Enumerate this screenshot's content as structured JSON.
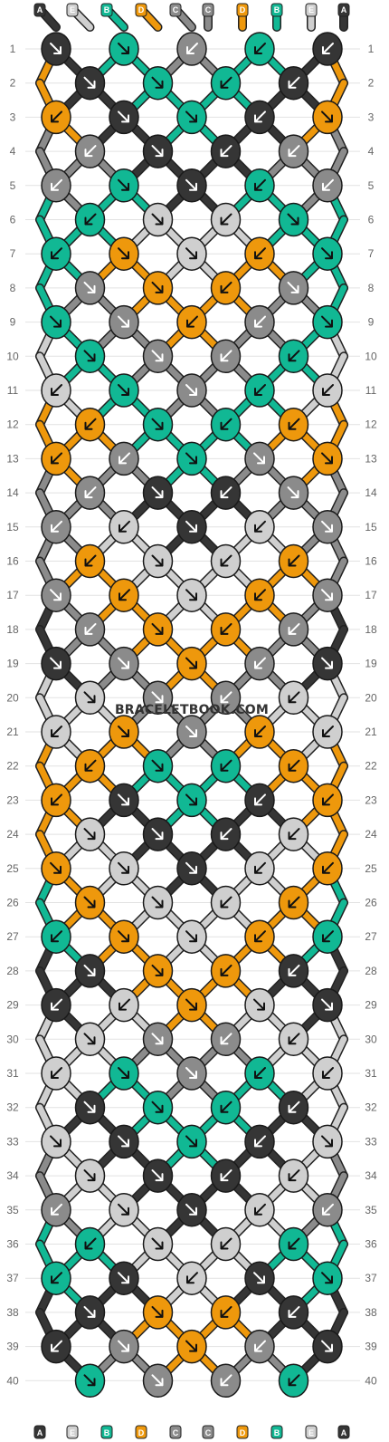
{
  "strands": {
    "top": [
      "A",
      "E",
      "B",
      "D",
      "C",
      "C",
      "D",
      "B",
      "E",
      "A"
    ],
    "bottom": [
      "A",
      "E",
      "B",
      "D",
      "C",
      "C",
      "D",
      "B",
      "E",
      "A"
    ]
  },
  "colors": {
    "A": "#353535",
    "B": "#11b894",
    "C": "#8b8b8b",
    "D": "#ee980c",
    "E": "#cfcfcf"
  },
  "row_numbers": [
    "1",
    "2",
    "3",
    "4",
    "5",
    "6",
    "7",
    "8",
    "9",
    "10",
    "11",
    "12",
    "13",
    "14",
    "15",
    "16",
    "17",
    "18",
    "19",
    "20",
    "21",
    "22",
    "23",
    "24",
    "25",
    "26",
    "27",
    "28",
    "29",
    "30",
    "31",
    "32",
    "33",
    "34",
    "35",
    "36",
    "37",
    "38",
    "39",
    "40"
  ],
  "watermark": "BRACELETBOOK.COM",
  "pattern_odd_rows_note": "",
  "knots": [
    [
      "A",
      "B",
      "C",
      "B",
      "A"
    ],
    [
      "A",
      "B",
      "B",
      "A"
    ],
    [
      "D",
      "A",
      "B",
      "A",
      "D"
    ],
    [
      "C",
      "A",
      "A",
      "C"
    ],
    [
      "C",
      "B",
      "A",
      "B",
      "C"
    ],
    [
      "B",
      "E",
      "E",
      "B"
    ],
    [
      "B",
      "D",
      "E",
      "D",
      "B"
    ],
    [
      "C",
      "D",
      "D",
      "C"
    ],
    [
      "B",
      "C",
      "D",
      "C",
      "B"
    ],
    [
      "B",
      "C",
      "C",
      "B"
    ],
    [
      "E",
      "B",
      "C",
      "B",
      "E"
    ],
    [
      "D",
      "B",
      "B",
      "D"
    ],
    [
      "D",
      "C",
      "B",
      "C",
      "D"
    ],
    [
      "C",
      "A",
      "A",
      "C"
    ],
    [
      "C",
      "E",
      "A",
      "E",
      "C"
    ],
    [
      "D",
      "E",
      "E",
      "D"
    ],
    [
      "C",
      "D",
      "E",
      "D",
      "C"
    ],
    [
      "C",
      "D",
      "D",
      "C"
    ],
    [
      "A",
      "C",
      "D",
      "C",
      "A"
    ],
    [
      "E",
      "C",
      "C",
      "E"
    ],
    [
      "E",
      "D",
      "C",
      "D",
      "E"
    ],
    [
      "D",
      "B",
      "B",
      "D"
    ],
    [
      "D",
      "A",
      "B",
      "A",
      "D"
    ],
    [
      "E",
      "A",
      "A",
      "E"
    ],
    [
      "D",
      "E",
      "A",
      "E",
      "D"
    ],
    [
      "D",
      "E",
      "E",
      "D"
    ],
    [
      "B",
      "D",
      "E",
      "D",
      "B"
    ],
    [
      "A",
      "D",
      "D",
      "A"
    ],
    [
      "A",
      "E",
      "D",
      "E",
      "A"
    ],
    [
      "E",
      "C",
      "C",
      "E"
    ],
    [
      "E",
      "B",
      "C",
      "B",
      "E"
    ],
    [
      "A",
      "B",
      "B",
      "A"
    ],
    [
      "E",
      "A",
      "B",
      "A",
      "E"
    ],
    [
      "E",
      "A",
      "A",
      "E"
    ],
    [
      "C",
      "E",
      "A",
      "E",
      "C"
    ],
    [
      "B",
      "E",
      "E",
      "B"
    ],
    [
      "B",
      "A",
      "E",
      "A",
      "B"
    ],
    [
      "A",
      "D",
      "D",
      "A"
    ],
    [
      "A",
      "C",
      "D",
      "C",
      "A"
    ],
    [
      "B",
      "C",
      "C",
      "B"
    ]
  ],
  "arrows": [
    [
      "se",
      "se",
      "sw",
      "sw",
      "sw"
    ],
    [
      "se",
      "se",
      "sw",
      "sw"
    ],
    [
      "sw",
      "se",
      "se",
      "sw",
      "se"
    ],
    [
      "sw",
      "se",
      "sw",
      "sw"
    ],
    [
      "sw",
      "se",
      "se",
      "sw",
      "sw"
    ],
    [
      "sw",
      "se",
      "sw",
      "se"
    ],
    [
      "sw",
      "se",
      "se",
      "sw",
      "se"
    ],
    [
      "se",
      "se",
      "sw",
      "se"
    ],
    [
      "se",
      "se",
      "sw",
      "sw",
      "se"
    ],
    [
      "se",
      "se",
      "sw",
      "sw"
    ],
    [
      "sw",
      "se",
      "se",
      "sw",
      "sw"
    ],
    [
      "sw",
      "se",
      "sw",
      "sw"
    ],
    [
      "sw",
      "sw",
      "se",
      "se",
      "se"
    ],
    [
      "sw",
      "se",
      "sw",
      "se"
    ],
    [
      "sw",
      "sw",
      "se",
      "sw",
      "se"
    ],
    [
      "sw",
      "se",
      "sw",
      "sw"
    ],
    [
      "se",
      "sw",
      "se",
      "sw",
      "se"
    ],
    [
      "sw",
      "se",
      "sw",
      "sw"
    ],
    [
      "se",
      "se",
      "se",
      "sw",
      "se"
    ],
    [
      "se",
      "se",
      "sw",
      "sw"
    ],
    [
      "sw",
      "se",
      "se",
      "sw",
      "sw"
    ],
    [
      "sw",
      "se",
      "sw",
      "sw"
    ],
    [
      "sw",
      "se",
      "se",
      "sw",
      "sw"
    ],
    [
      "se",
      "se",
      "sw",
      "sw"
    ],
    [
      "se",
      "se",
      "se",
      "sw",
      "sw"
    ],
    [
      "se",
      "se",
      "sw",
      "sw"
    ],
    [
      "sw",
      "se",
      "se",
      "sw",
      "sw"
    ],
    [
      "se",
      "se",
      "sw",
      "sw"
    ],
    [
      "sw",
      "sw",
      "se",
      "se",
      "se"
    ],
    [
      "se",
      "se",
      "sw",
      "sw"
    ],
    [
      "sw",
      "se",
      "se",
      "sw",
      "sw"
    ],
    [
      "se",
      "se",
      "sw",
      "sw"
    ],
    [
      "se",
      "se",
      "se",
      "sw",
      "se"
    ],
    [
      "se",
      "se",
      "sw",
      "sw"
    ],
    [
      "sw",
      "se",
      "se",
      "sw",
      "sw"
    ],
    [
      "sw",
      "se",
      "sw",
      "sw"
    ],
    [
      "sw",
      "se",
      "sw",
      "se",
      "se"
    ],
    [
      "se",
      "se",
      "sw",
      "sw"
    ],
    [
      "sw",
      "se",
      "se",
      "sw",
      "se"
    ],
    [
      "se",
      "se",
      "sw",
      "sw"
    ]
  ]
}
